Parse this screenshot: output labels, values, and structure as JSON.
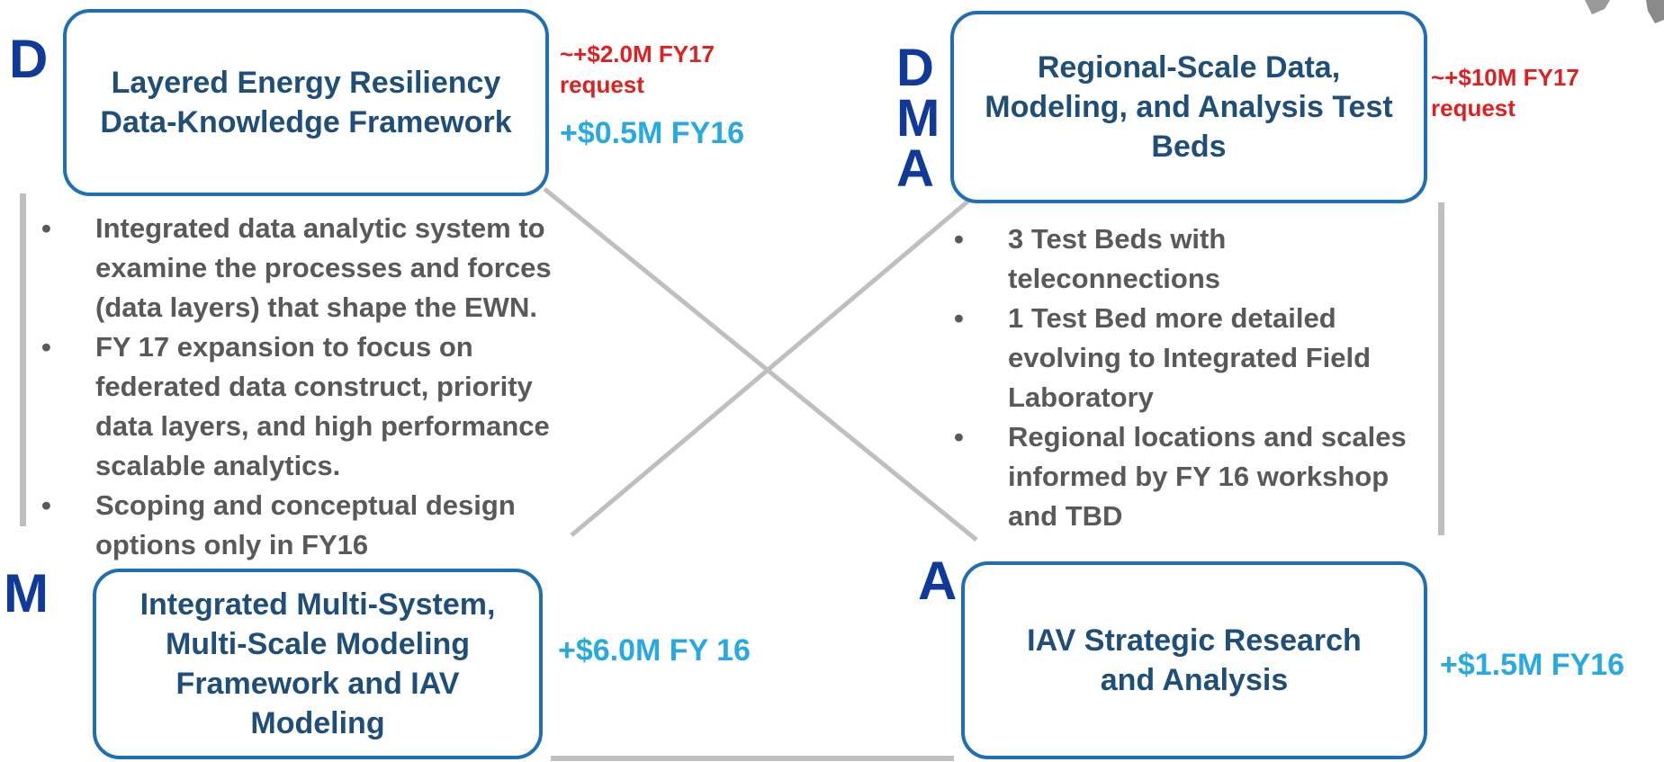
{
  "boxes": {
    "data": "Layered Energy Resiliency Data-Knowledge Framework",
    "testbeds": "Regional-Scale Data, Modeling, and Analysis Test Beds",
    "modeling": "Integrated Multi-System, Multi-Scale Modeling Framework and IAV Modeling",
    "analysis": "IAV Strategic Research and Analysis"
  },
  "letters": {
    "d_top_left": "D",
    "m_bottom_left": "M",
    "a_bottom_right": "A",
    "dma": [
      "D",
      "M",
      "A"
    ]
  },
  "funding": {
    "data_request": "~+$2.0M FY17\nrequest",
    "data_fy16": "+$0.5M FY16",
    "testbeds_request": "~+$10M FY17\nrequest",
    "modeling_fy16": "+$6.0M FY 16",
    "analysis_fy16": "+$1.5M FY16"
  },
  "left_bullets": [
    "Integrated data analytic system to examine the processes and forces (data layers) that shape the EWN.",
    "FY 17 expansion to focus on federated data construct, priority data layers, and high performance scalable analytics.",
    "Scoping and conceptual design options only in FY16"
  ],
  "right_bullets": [
    "3 Test Beds with teleconnections",
    "1 Test Bed more detailed evolving to Integrated Field Laboratory",
    "Regional locations and scales informed by FY 16 workshop and TBD"
  ],
  "colors": {
    "box_border": "#1f6fb5",
    "box_text": "#1f4e79",
    "letter": "#0f3a9a",
    "request": "#e02020",
    "fund": "#29a9e1",
    "bullet_text": "#595959",
    "connector": "#bfbfbf"
  }
}
